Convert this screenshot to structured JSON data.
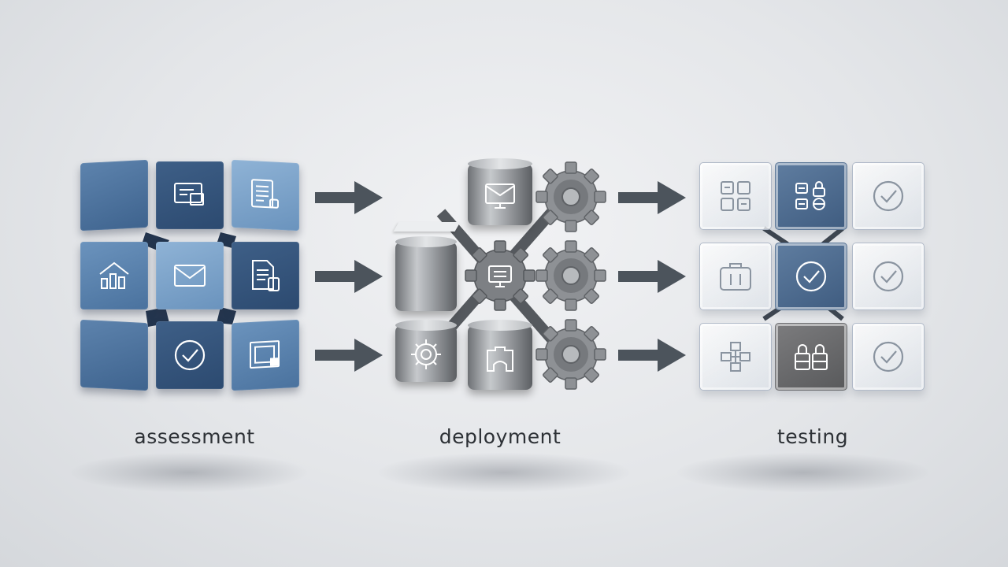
{
  "stages": [
    {
      "label": "assessment"
    },
    {
      "label": "deployment"
    },
    {
      "label": "testing"
    }
  ],
  "colors": {
    "arrow": "#4c545c",
    "blue_tile": "#4a729e",
    "dark_blue_tile": "#2c4a70",
    "metal": "#9ea1a5",
    "glass": "#e6eaef",
    "label": "#2d3136"
  },
  "assessment_icons": [
    "form-icon",
    "document-icon",
    "home-chart-icon",
    "mail-icon",
    "files-icon",
    "check-circle-icon",
    "frame-icon"
  ],
  "deployment_icons": [
    "mail-monitor-icon",
    "gear-icon",
    "monitor-icon",
    "gear-icon",
    "gear-icon",
    "machine-icon",
    "gear-icon"
  ],
  "testing_icons": [
    "grid-icon",
    "lock-list-icon",
    "check-circle-icon",
    "toolbox-icon",
    "check-circle-icon",
    "check-circle-icon",
    "network-icon",
    "locks-icon",
    "check-circle-icon"
  ]
}
